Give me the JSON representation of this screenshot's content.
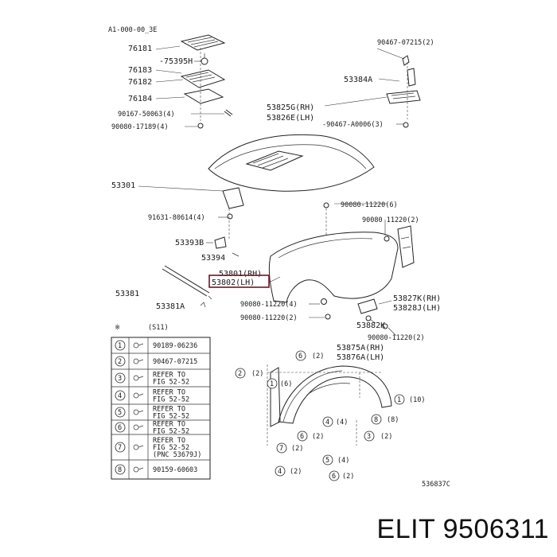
{
  "diagram": {
    "header_code": "A1-000-00_3E",
    "footer_code": "536837C",
    "callouts": {
      "c76181": "76181",
      "c75395H": "-75395H",
      "c76183": "76183",
      "c76182": "76182",
      "c76184": "76184",
      "c90167": "90167-50063(4)",
      "c90080_17189": "90080-17189(4)",
      "c90467_07215": "90467-07215(2)",
      "c53384A": "53384A",
      "c53825G": "53825G(RH)",
      "c53826E": "53826E(LH)",
      "c90467_A0006": "-90467-A0006(3)",
      "c53301": "53301",
      "c91631": "91631-80614(4)",
      "c90080_11220_6": "90080-11220(6)",
      "c90080_11220_2a": "90080 11220(2)",
      "c53393B": "53393B",
      "c53394": "53394",
      "c53801": "53801(RH)",
      "c53802": "53802(LH)",
      "c53381": "53381",
      "c53381A": "53381A",
      "c90080_11220_4": "90080-11220(4)",
      "c90080_11220_2b": "90080-11220(2)",
      "c53827K": "53827K(RH)",
      "c53828J": "53828J(LH)",
      "c53882K": "53882K",
      "c90080_11220_2c": "90080-11220(2)",
      "c53875A": "53875A(RH)",
      "c53876A": "53876A(LH)"
    },
    "qty_marks": {
      "q6": "(2)",
      "q2": "(2)",
      "q1a": "(6)",
      "q1b": "(10)",
      "q4": "(4)",
      "q8": "(8)",
      "q6b": "(2)",
      "q3": "(2)",
      "q7": "(2)",
      "q5": "(4)",
      "q4b": "(2)",
      "q6c": "(2)"
    },
    "circle_numbers": [
      "1",
      "2",
      "3",
      "4",
      "5",
      "6",
      "7",
      "8"
    ],
    "table": {
      "header_left": "※",
      "header_right": "(S11)",
      "rows": [
        {
          "num": "1",
          "lines": [
            "90189-06236"
          ]
        },
        {
          "num": "2",
          "lines": [
            "90467-07215"
          ]
        },
        {
          "num": "3",
          "lines": [
            "REFER TO",
            "FIG 52-52"
          ]
        },
        {
          "num": "4",
          "lines": [
            "REFER TO",
            "FIG 52-52"
          ]
        },
        {
          "num": "5",
          "lines": [
            "REFER TO",
            "FIG 52-52"
          ]
        },
        {
          "num": "6",
          "lines": [
            "REFER TO",
            "FIG 52-52"
          ]
        },
        {
          "num": "7",
          "lines": [
            "REFER TO",
            "FIG 52-52",
            "(PNC 53679J)"
          ]
        },
        {
          "num": "8",
          "lines": [
            "90159-60603"
          ]
        }
      ]
    }
  },
  "brand": {
    "text": "ELIT 9506311"
  }
}
